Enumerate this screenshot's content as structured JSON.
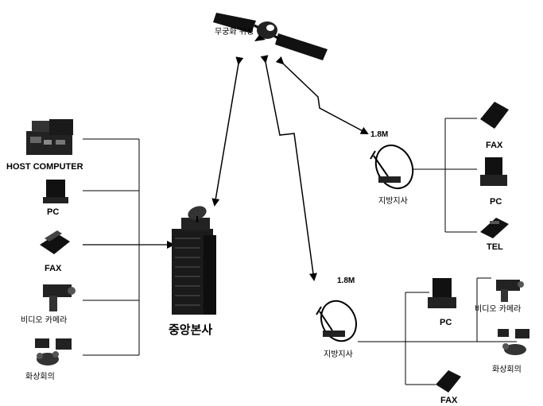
{
  "satellite": {
    "label": "무궁화 위성"
  },
  "headquarters": {
    "label": "중앙본사"
  },
  "left_devices": {
    "host_computer": "HOST COMPUTER",
    "pc": "PC",
    "fax": "FAX",
    "video_camera": "비디오 카메라",
    "video_conference": "화상회의"
  },
  "branch_upper": {
    "antenna_size": "1.8M",
    "label": "지방지사",
    "fax": "FAX",
    "pc": "PC",
    "tel": "TEL"
  },
  "branch_lower": {
    "antenna_size": "1.8M",
    "label": "지방지사",
    "pc": "PC",
    "video_camera": "비디오 카메라",
    "video_conference": "화상회의",
    "fax": "FAX"
  }
}
